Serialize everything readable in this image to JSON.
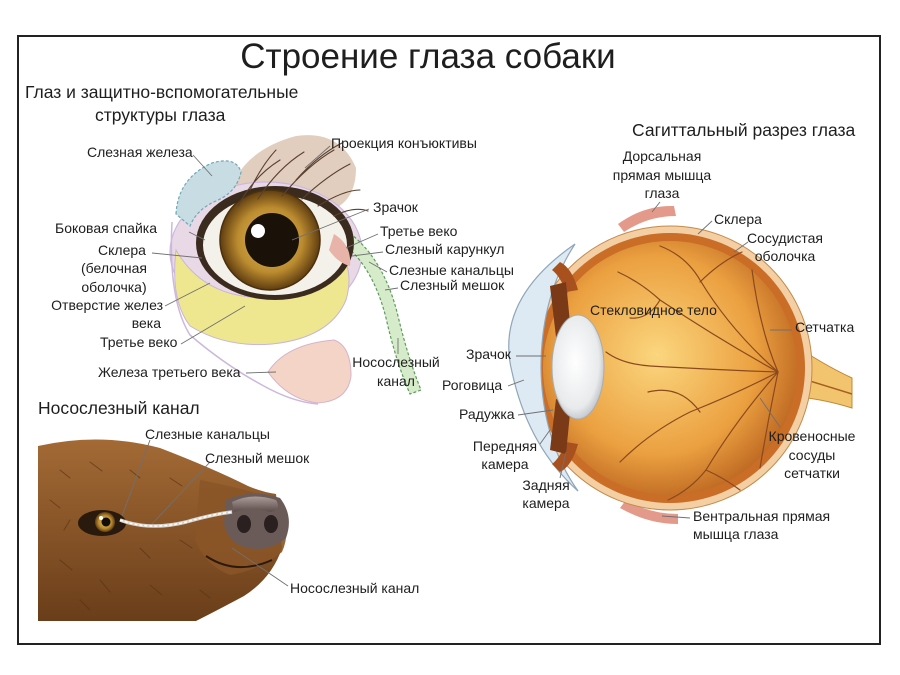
{
  "title": "Строение глаза собаки",
  "eye_structures": {
    "heading": [
      "Глаз и защитно-вспомогательные",
      "структуры глаза"
    ],
    "labels": {
      "lacrimal_gland": "Слезная железа",
      "conjunctiva_projection": "Проекция конъюктивы",
      "pupil": "Зрачок",
      "lateral_commissure": "Боковая спайка",
      "third_eyelid_upper": "Третье веко",
      "sclera": [
        "Склера",
        "(белочная",
        "оболочка)"
      ],
      "lacrimal_caruncle": "Слезный карункул",
      "lacrimal_canaliculi": "Слезные канальцы",
      "lacrimal_sac": "Слезный мешок",
      "eyelid_gland_openings": [
        "Отверстие желез",
        "века"
      ],
      "third_eyelid": "Третье веко",
      "nasolacrimal_duct": [
        "Носослезный",
        "канал"
      ],
      "third_eyelid_gland": "Железа третьего века"
    }
  },
  "nasolacrimal_canal": {
    "heading": "Носослезный канал",
    "labels": {
      "lacrimal_canaliculi": "Слезные канальцы",
      "lacrimal_sac": "Слезный мешок",
      "nasolacrimal_duct": "Носослезный канал"
    }
  },
  "sagittal_section": {
    "heading": "Сагиттальный разрез глаза",
    "labels": {
      "dorsal_rectus": [
        "Дорсальная",
        "прямая мышца",
        "глаза"
      ],
      "sclera": "Склера",
      "choroid": [
        "Сосудистая",
        "оболочка"
      ],
      "vitreous_body": "Стекловидное тело",
      "retina": "Сетчатка",
      "pupil": "Зрачок",
      "cornea": "Роговица",
      "iris": "Радужка",
      "anterior_chamber": [
        "Передняя",
        "камера"
      ],
      "retinal_vessels": [
        "Кровеносные",
        "сосуды",
        "сетчатки"
      ],
      "posterior_chamber": [
        "Задняя",
        "камера"
      ],
      "ventral_rectus": [
        "Вентральная прямая",
        "мышца глаза"
      ]
    }
  },
  "colors": {
    "lacrimal_gland": "#c7dde3",
    "third_eyelid_region": "#eee78f",
    "third_eyelid_gland": "#f4d4c6",
    "nasolacrimal_duct": "#d6ebc9",
    "periocular_skin": "#e9d9e6",
    "pupil": "#1a1208",
    "muscle": "#e49a8a",
    "iris_section": "#7a3a18",
    "cornea": "#dde9f3",
    "dog_nose": "#6a5b58"
  }
}
